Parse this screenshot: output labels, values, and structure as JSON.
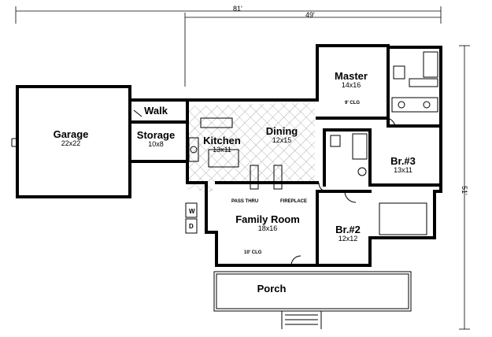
{
  "dimensions": {
    "overall_width": "81'",
    "house_width": "49'",
    "house_depth": "51'"
  },
  "rooms": {
    "garage": {
      "name": "Garage",
      "size": "22x22"
    },
    "walk": {
      "name": "Walk"
    },
    "storage": {
      "name": "Storage",
      "size": "10x8"
    },
    "kitchen": {
      "name": "Kitchen",
      "size": "13x11"
    },
    "dining": {
      "name": "Dining",
      "size": "12x15"
    },
    "master": {
      "name": "Master",
      "size": "14x16",
      "note": "9' CLG"
    },
    "br3": {
      "name": "Br.#3",
      "size": "13x11"
    },
    "br2": {
      "name": "Br.#2",
      "size": "12x12"
    },
    "family": {
      "name": "Family Room",
      "size": "18x16",
      "note": "10' CLG"
    },
    "porch": {
      "name": "Porch"
    }
  },
  "labels": {
    "pass_thru": "PASS THRU",
    "fireplace": "FIREPLACE",
    "washer": "W",
    "dryer": "D"
  }
}
